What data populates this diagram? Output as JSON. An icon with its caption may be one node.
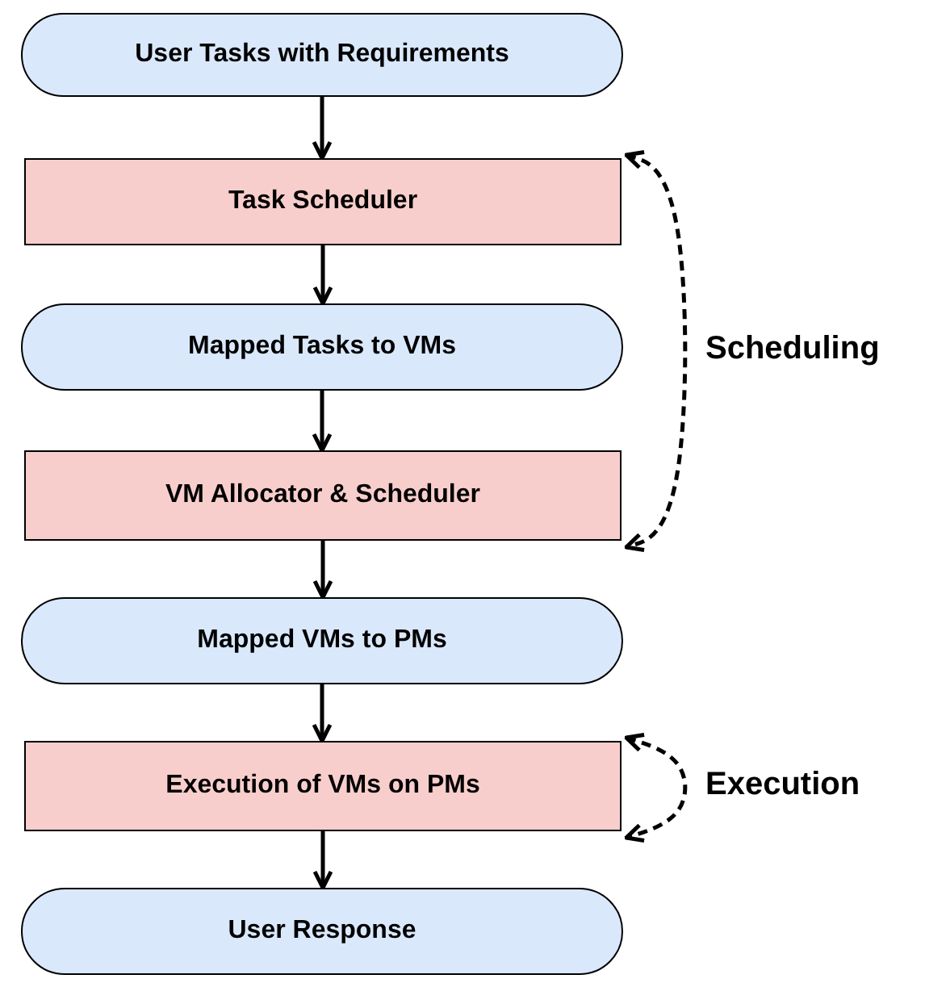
{
  "diagram": {
    "nodes": [
      {
        "text": [
          "User Tasks with Requirements"
        ]
      },
      {
        "text": [
          "Task Scheduler"
        ]
      },
      {
        "text": [
          "Mapped Tasks to VMs"
        ]
      },
      {
        "text": [
          "VM Allocator & Scheduler"
        ]
      },
      {
        "text": [
          "Mapped VMs to PMs"
        ]
      },
      {
        "text": [
          "Execution of VMs on PMs"
        ]
      },
      {
        "text": [
          "User Response"
        ]
      }
    ],
    "edges": [
      {
        "from": 0,
        "to": 1,
        "arrow": "to"
      },
      {
        "from": 1,
        "to": 2,
        "arrow": "to"
      },
      {
        "from": 2,
        "to": 3,
        "arrow": "to"
      },
      {
        "from": 3,
        "to": 4,
        "arrow": "to"
      },
      {
        "from": 4,
        "to": 5,
        "arrow": "to"
      },
      {
        "from": 5,
        "to": 6,
        "arrow": "to"
      },
      {
        "from": 1,
        "to": 3,
        "arrow": "both",
        "style": "dashed",
        "label": "Scheduling"
      },
      {
        "from": 5,
        "to": 5,
        "arrow": "both",
        "style": "dashed",
        "label": "Execution"
      }
    ]
  }
}
